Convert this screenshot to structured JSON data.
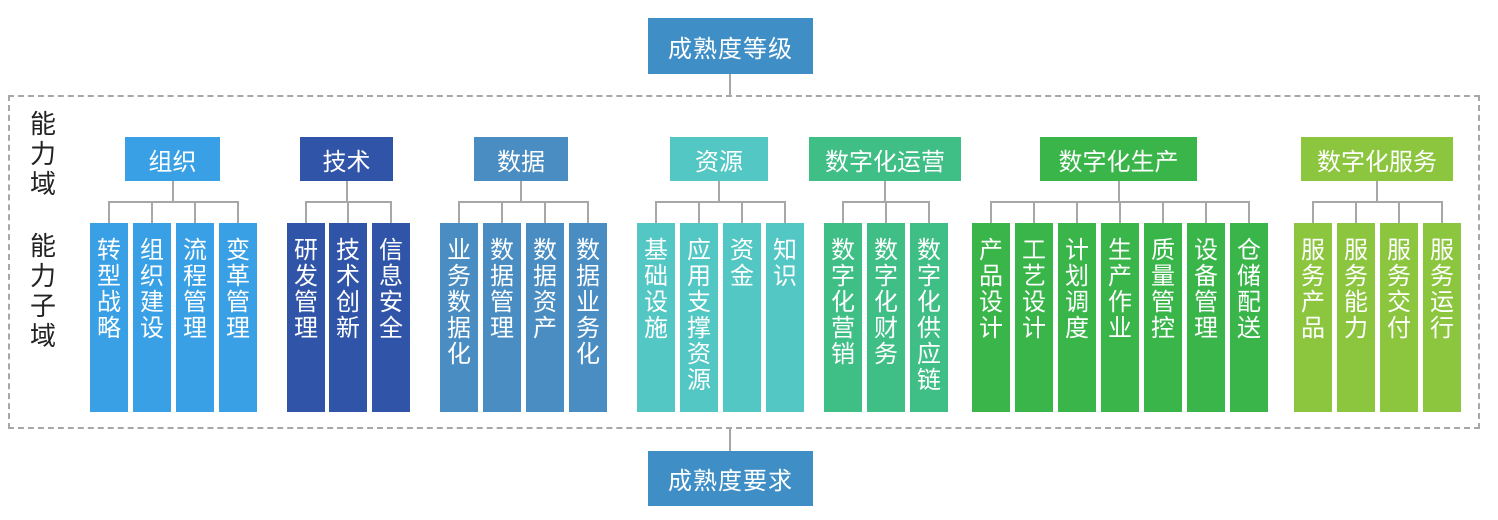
{
  "top_label": "成熟度等级",
  "bottom_label": "成熟度要求",
  "side_labels": {
    "domain": "能力域",
    "subdomain": "能力子域"
  },
  "colors": {
    "top_bottom_box": "#3f8fc6",
    "connector": "#a7a7a7",
    "frame_border": "#a7a7a7"
  },
  "domains": [
    {
      "label": "组织",
      "color": "#3aa0e6",
      "subdomains": [
        "转型战略",
        "组织建设",
        "流程管理",
        "变革管理"
      ]
    },
    {
      "label": "技术",
      "color": "#3054a8",
      "subdomains": [
        "研发管理",
        "技术创新",
        "信息安全"
      ]
    },
    {
      "label": "数据",
      "color": "#4a8dc3",
      "subdomains": [
        "业务数据化",
        "数据管理",
        "数据资产",
        "数据业务化"
      ]
    },
    {
      "label": "资源",
      "color": "#53c7c4",
      "subdomains": [
        "基础设施",
        "应用支撑资源",
        "资金",
        "知识"
      ]
    },
    {
      "label": "数字化运营",
      "color": "#3fbe86",
      "subdomains": [
        "数字化营销",
        "数字化财务",
        "数字化供应链"
      ]
    },
    {
      "label": "数字化生产",
      "color": "#39b54a",
      "subdomains": [
        "产品设计",
        "工艺设计",
        "计划调度",
        "生产作业",
        "质量管控",
        "设备管理",
        "仓储配送"
      ]
    },
    {
      "label": "数字化服务",
      "color": "#8cc63f",
      "subdomains": [
        "服务产品",
        "服务能力",
        "服务交付",
        "服务运行"
      ]
    }
  ]
}
